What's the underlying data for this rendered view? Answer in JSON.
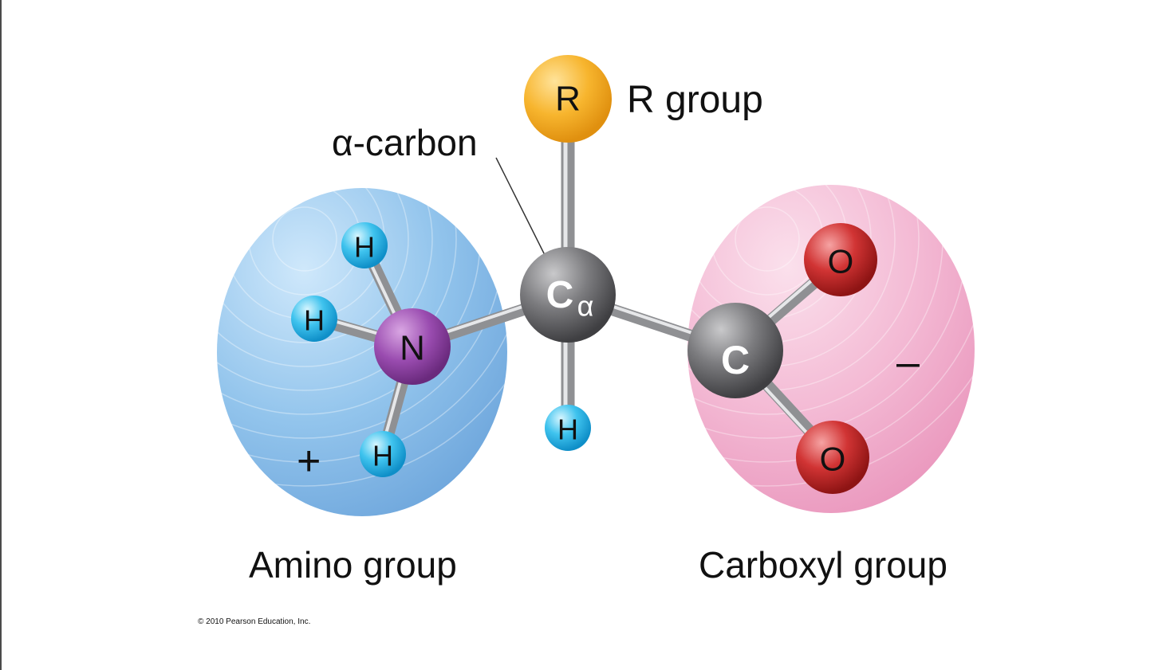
{
  "labels": {
    "alpha_carbon": "α-carbon",
    "r_group": "R group",
    "amino_group": "Amino group",
    "carboxyl_group": "Carboxyl group",
    "copyright": "© 2010 Pearson Education, Inc."
  },
  "charges": {
    "positive": "+",
    "negative": "–"
  },
  "atoms": {
    "r": "R",
    "n": "N",
    "c_alpha_main": "C",
    "c_alpha_sub": "α",
    "c_carboxyl": "C",
    "o_top": "O",
    "o_bottom": "O",
    "h_amino_top": "H",
    "h_amino_left": "H",
    "h_amino_bottom": "H",
    "h_alpha": "H"
  },
  "colors": {
    "amino_region": "#8fc2ea",
    "carboxyl_region": "#f0b3cf",
    "r_atom": "#f5a623",
    "n_atom": "#8e3fa0",
    "c_atom": "#6e6e70",
    "o_atom": "#c62828",
    "h_atom": "#29b6e8",
    "bond": "#a9aaac"
  }
}
